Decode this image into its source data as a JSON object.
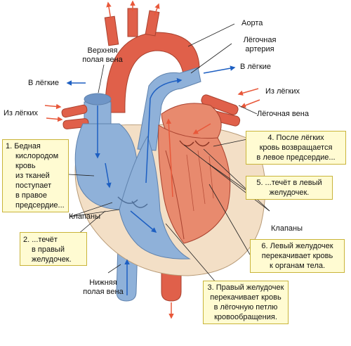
{
  "labels": {
    "aorta": "Аорта",
    "pulmonary_artery": [
      "Лёгочная",
      "артерия"
    ],
    "to_lungs_right": "В лёгкие",
    "from_lungs_right": "Из лёгких",
    "pulmonary_vein": "Лёгочная вена",
    "superior_vena_cava": [
      "Верхняя",
      "полая вена"
    ],
    "to_lungs_left": "В лёгкие",
    "from_lungs_left": "Из лёгких",
    "valves_left": "Клапаны",
    "valves_right": "Клапаны",
    "inferior_vena_cava": [
      "Нижняя",
      "полая вена"
    ]
  },
  "steps": [
    {
      "lines": [
        "1. Бедная",
        "кислородом",
        "кровь",
        "из тканей",
        "поступает",
        "в правое",
        "предсердие..."
      ]
    },
    {
      "lines": [
        "2. ...течёт",
        "в правый",
        "желудочек."
      ]
    },
    {
      "lines": [
        "3. Правый желудочек",
        "перекачивает кровь",
        "в лёгочную петлю",
        "кровообращения."
      ]
    },
    {
      "lines": [
        "4. После лёгких",
        "кровь возвращается",
        "в левое предсердие..."
      ]
    },
    {
      "lines": [
        "5. ...течёт в левый",
        "желудочек."
      ]
    },
    {
      "lines": [
        "6. Левый желудочек",
        "перекачивает кровь",
        "к органам тела."
      ]
    }
  ],
  "colors": {
    "oxygenated": "#e0604a",
    "deoxygenated": "#8fb1d9",
    "pericardium": "#f3dfc6",
    "flow_blue": "#1d5fc2",
    "flow_red": "#e8583a",
    "callout_bg": "#fffbd2",
    "callout_border": "#c9b43a"
  }
}
